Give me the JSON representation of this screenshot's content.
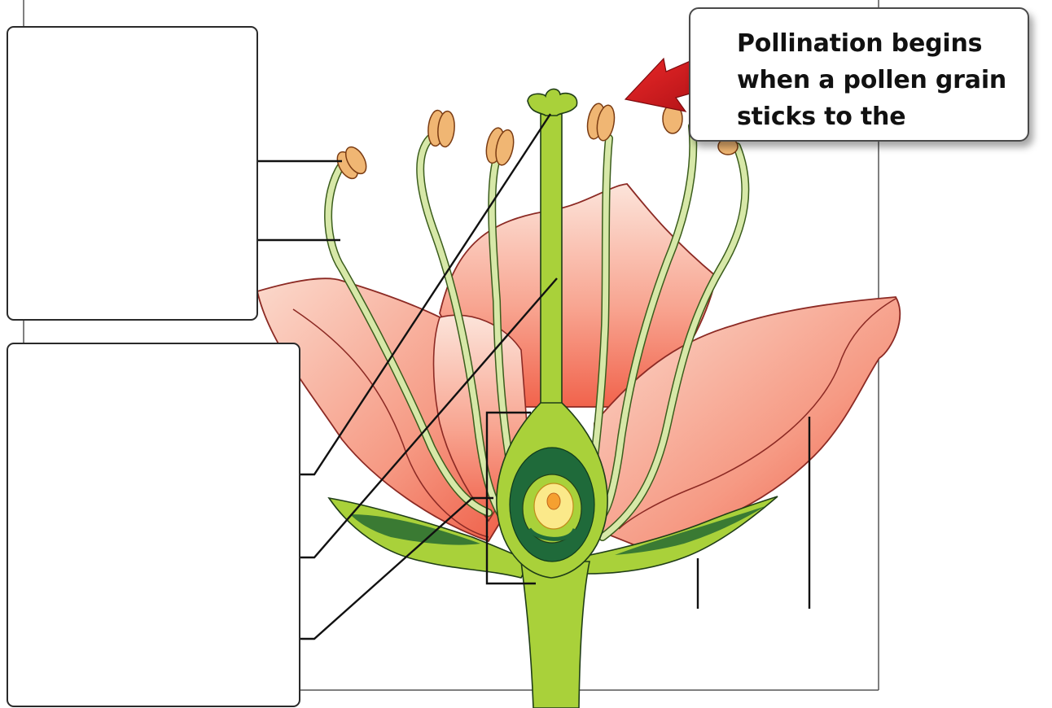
{
  "callout": {
    "text": "Pollination begins when a pollen grain sticks to the"
  },
  "label_boxes": [
    {
      "name": "upper-label-box",
      "text": ""
    },
    {
      "name": "lower-label-box",
      "text": ""
    }
  ],
  "colors": {
    "petal_light": "#fce4da",
    "petal_mid": "#f8a591",
    "petal_dark": "#f1634c",
    "petal_outline": "#8c2a24",
    "stem_green": "#a9d13a",
    "sepal_dark": "#3a7a33",
    "ovary_dark": "#1f6a3a",
    "ovule_yellow": "#fbe98a",
    "ovule_core": "#f5a030",
    "filament": "#d7e8a8",
    "anther": "#f0b673",
    "arrow_red": "#d71920"
  },
  "icons": {
    "arrow": "red-arrow-icon"
  }
}
